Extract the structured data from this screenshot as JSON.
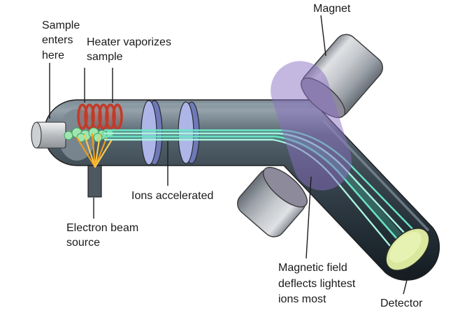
{
  "figure": {
    "type": "diagram",
    "subject": "mass-spectrometer",
    "labels": {
      "sample": "Sample\nenters\nhere",
      "heater": "Heater vaporizes\nsample",
      "magnet": "Magnet",
      "ions_accelerated": "Ions accelerated",
      "electron_source": "Electron beam\nsource",
      "magnetic_field": "Magnetic field\ndeflects lightest\nions most",
      "detector": "Detector"
    },
    "colors": {
      "background": "#ffffff",
      "tube_light": "#95a2ab",
      "tube_dark": "#161e24",
      "ion_beam": "#6ae8c5",
      "ion_beam_light": "#a8f4de",
      "heater_coil": "#c23b28",
      "vapor": "#9fe6ae",
      "electron_beam": "#ef9d18",
      "electron_beam_light": "#f6c94e",
      "plate": "#aeb6e8",
      "plate_dark": "#6f79b8",
      "magnet_face": "#8d8a9c",
      "magnetic_field": "#8a6fc2",
      "detector_face": "#d9e89c",
      "label_text": "#1a1a1a"
    }
  }
}
